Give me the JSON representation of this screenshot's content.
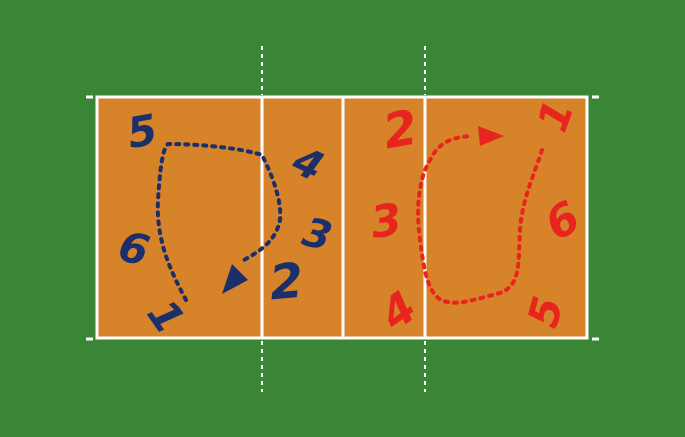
{
  "diagram": {
    "colors": {
      "background": "#3a8536",
      "court": "#d7832a",
      "lines": "#ffffff",
      "team_a": "#1b2f6b",
      "team_b": "#e8241f"
    },
    "team_a": {
      "players": [
        {
          "number": "5"
        },
        {
          "number": "4"
        },
        {
          "number": "3"
        },
        {
          "number": "2"
        },
        {
          "number": "6"
        },
        {
          "number": "1"
        }
      ]
    },
    "team_b": {
      "players": [
        {
          "number": "2"
        },
        {
          "number": "3"
        },
        {
          "number": "4"
        },
        {
          "number": "1"
        },
        {
          "number": "6"
        },
        {
          "number": "5"
        }
      ]
    },
    "rotation_arrows": [
      {
        "team": "team_a",
        "style": "dotted",
        "direction": "clockwise"
      },
      {
        "team": "team_b",
        "style": "dotted",
        "direction": "clockwise"
      }
    ]
  }
}
